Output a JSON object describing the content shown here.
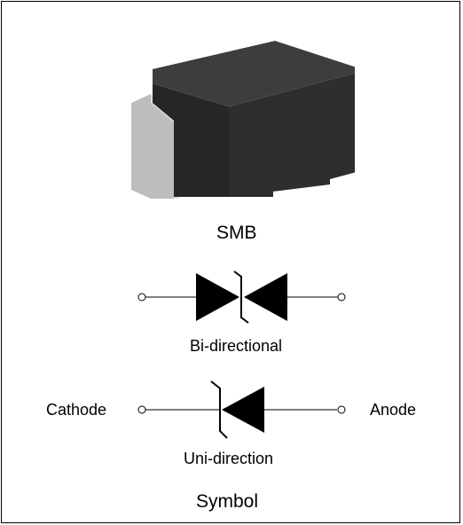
{
  "package": {
    "name": "SMB",
    "colors": {
      "body_top": "#3a3a3a",
      "body_front": "#2b2b2b",
      "body_side": "#1f1f1f",
      "lead": "#bdbdbd"
    }
  },
  "bidirectional": {
    "caption": "Bi-directional"
  },
  "unidirectional": {
    "left_terminal": "Cathode",
    "right_terminal": "Anode",
    "caption": "Uni-direction"
  },
  "footer": {
    "title": "Symbol"
  },
  "colors": {
    "ink": "#000000",
    "border": "#000000",
    "background": "#ffffff"
  }
}
